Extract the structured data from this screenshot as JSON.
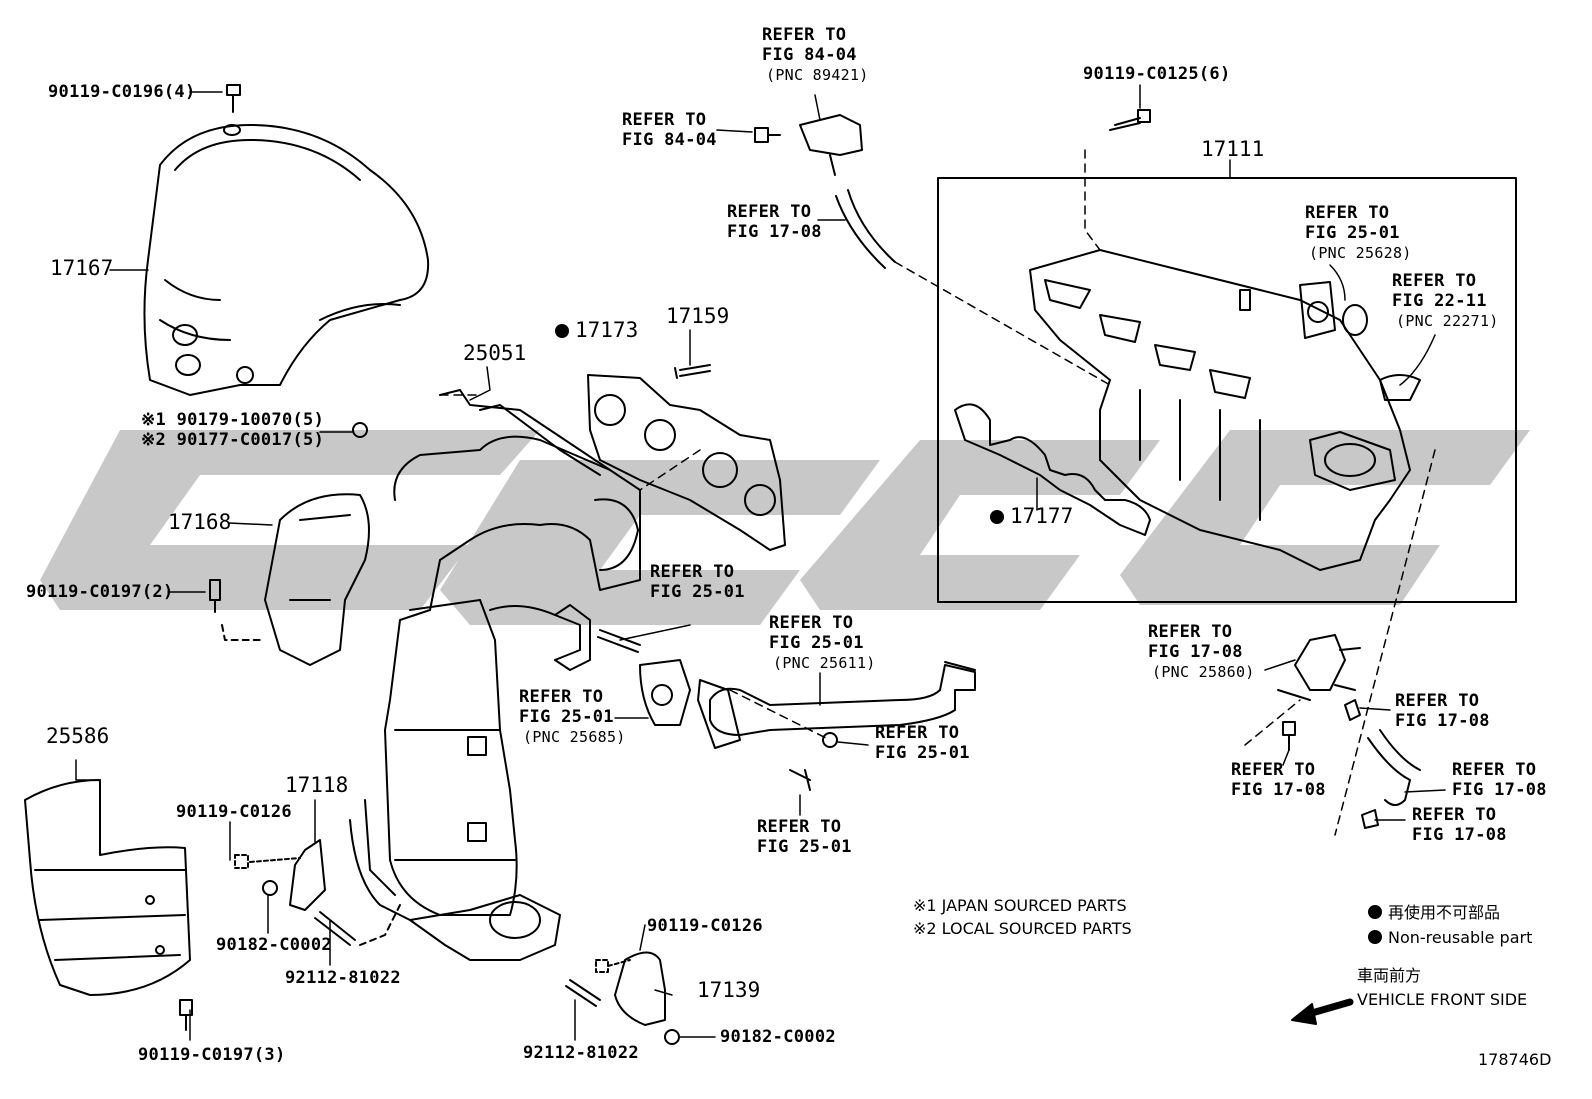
{
  "diagram_id": "178746D",
  "colors": {
    "line": "#000000",
    "watermark": "#c8c8c8"
  },
  "labels": {
    "p90119_c0196": "90119-C0196(4)",
    "p17167": "17167",
    "p90179_line": "※1 90179-10070(5)",
    "p90177_line": "※2 90177-C0017(5)",
    "p17168": "17168",
    "p90119_c0197_2": "90119-C0197(2)",
    "p25586": "25586",
    "p90119_c0197_3": "90119-C0197(3)",
    "p90119_c0126_a": "90119-C0126",
    "p17118": "17118",
    "p90182_c0002_a": "90182-C0002",
    "p92112_81022_a": "92112-81022",
    "p25051": "25051",
    "p17173": "17173",
    "p17159": "17159",
    "p90119_c0126_b": "90119-C0126",
    "p17139": "17139",
    "p90182_c0002_b": "90182-C0002",
    "p92112_81022_b": "92112-81022",
    "p90119_c0125": "90119-C0125(6)",
    "p17111": "17111",
    "p17177": "17177"
  },
  "refs": {
    "refer_to": "REFER TO",
    "fig_84_04": "FIG 84-04",
    "fig_17_08": "FIG 17-08",
    "fig_25_01": "FIG 25-01",
    "fig_22_11": "FIG 22-11",
    "pnc_89421": "(PNC 89421)",
    "pnc_25628": "(PNC 25628)",
    "pnc_22271": "(PNC 22271)",
    "pnc_25611": "(PNC 25611)",
    "pnc_25685": "(PNC 25685)",
    "pnc_25860": "(PNC 25860)"
  },
  "notes": {
    "japan": "※1 JAPAN SOURCED PARTS",
    "local": "※2 LOCAL SOURCED PARTS",
    "nonreusable_jp": "再使用不可部品",
    "nonreusable_en": "Non-reusable part",
    "front_jp": "車両前方",
    "front_en": "VEHICLE FRONT SIDE"
  }
}
